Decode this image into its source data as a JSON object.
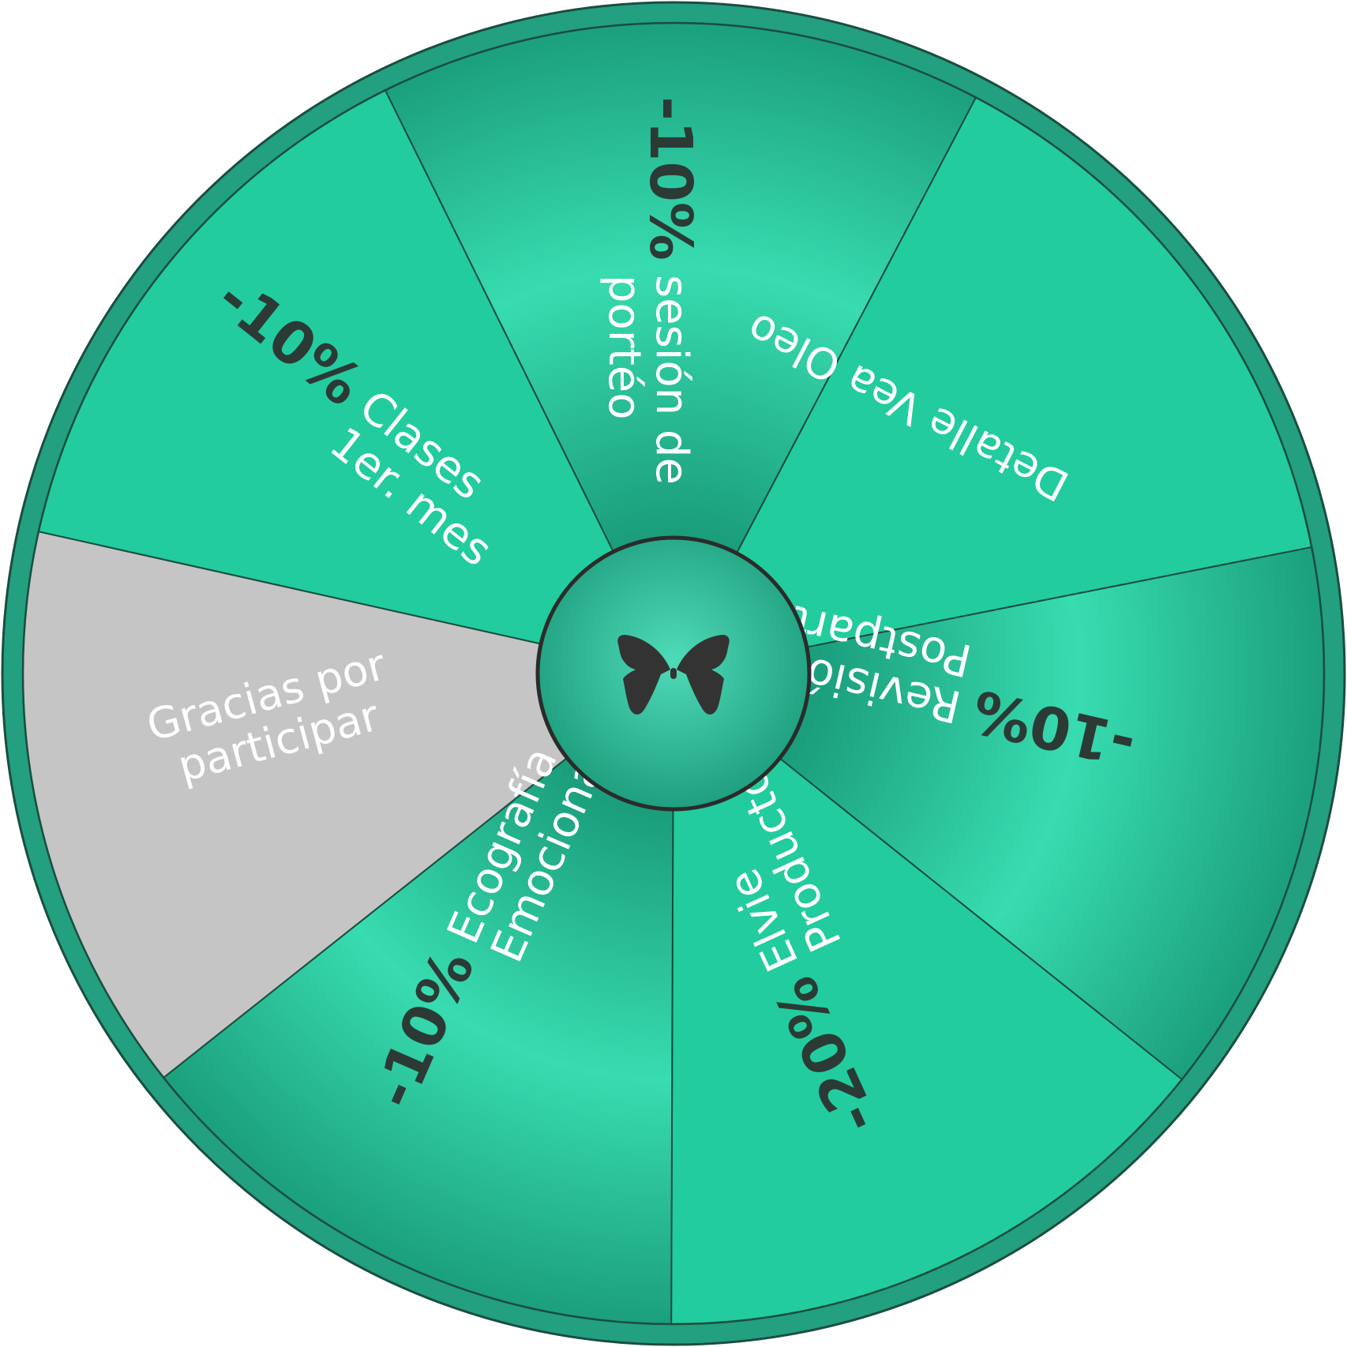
{
  "wheel": {
    "colors": {
      "rim": "#22a07f",
      "rim_outline": "#1a4d40",
      "light_segment": "#22cc9e",
      "dark_segment_center": "#38dcb0",
      "dark_segment_edge": "#1b9e7c",
      "grey_segment": "#c5c5c5",
      "divider": "#1a4d40",
      "hub_center": "#4fdbb8",
      "hub_edge": "#1f9f7f",
      "hub_border": "#2b2b2b",
      "percent_text": "#2b3a35",
      "label_text": "#ffffff"
    },
    "center_icon": "butterfly-icon",
    "segments": [
      {
        "style": "dark",
        "percent": "-10%",
        "lines": [
          "sesión de",
          "portéo"
        ]
      },
      {
        "style": "light",
        "percent": "",
        "lines": [
          "Detalle Vea Oleo"
        ]
      },
      {
        "style": "dark",
        "percent": "-10%",
        "lines": [
          "Revisión",
          "Postparto"
        ]
      },
      {
        "style": "light",
        "percent": "-20%",
        "lines": [
          "Elvie",
          "Productos"
        ]
      },
      {
        "style": "dark",
        "percent": "-10%",
        "lines": [
          "Ecografía",
          "Emocional"
        ]
      },
      {
        "style": "grey",
        "percent": "",
        "lines": [
          "Gracias por",
          "participar"
        ]
      },
      {
        "style": "light",
        "percent": "-10%",
        "lines": [
          "Clases",
          "1er. mes"
        ]
      }
    ]
  }
}
